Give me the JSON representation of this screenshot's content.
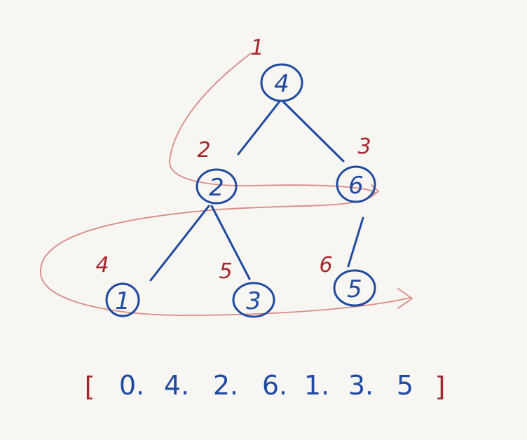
{
  "colors": {
    "tree": "#1f4aa0",
    "traversal": "#a3262c",
    "path": "#d98b86",
    "background": "#f7f6f2"
  },
  "tree": {
    "nodes": [
      {
        "value": "4",
        "order": "1"
      },
      {
        "value": "2",
        "order": "2"
      },
      {
        "value": "6",
        "order": "3"
      },
      {
        "value": "1",
        "order": "4"
      },
      {
        "value": "3",
        "order": "5"
      },
      {
        "value": "5",
        "order": "6"
      }
    ]
  },
  "array": {
    "left_bracket": "[",
    "right_bracket": "]",
    "items": [
      "0.",
      "4.",
      "2.",
      "6.",
      "1.",
      "3.",
      "5"
    ]
  }
}
